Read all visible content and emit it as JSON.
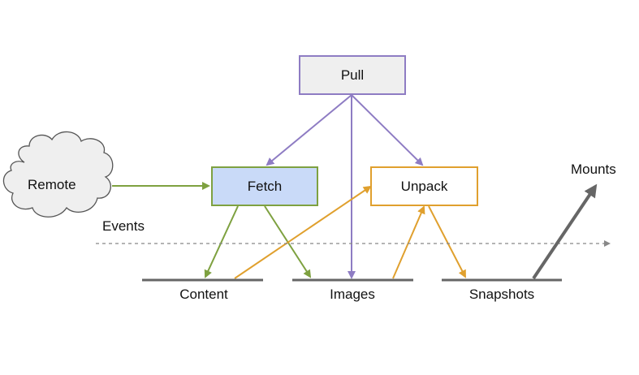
{
  "nodes": {
    "pull": {
      "label": "Pull"
    },
    "fetch": {
      "label": "Fetch"
    },
    "unpack": {
      "label": "Unpack"
    },
    "remote": {
      "label": "Remote"
    }
  },
  "stores": {
    "content": "Content",
    "images": "Images",
    "snapshots": "Snapshots"
  },
  "labels": {
    "events": "Events",
    "mounts": "Mounts"
  },
  "colors": {
    "purple": "#8e7cc3",
    "green": "#7ea140",
    "orange": "#e0a02e",
    "gray": "#666666",
    "pull_fill": "#efefef",
    "fetch_fill": "#c9daf8",
    "unpack_fill": "#ffffff",
    "cloud_fill": "#efefef"
  }
}
